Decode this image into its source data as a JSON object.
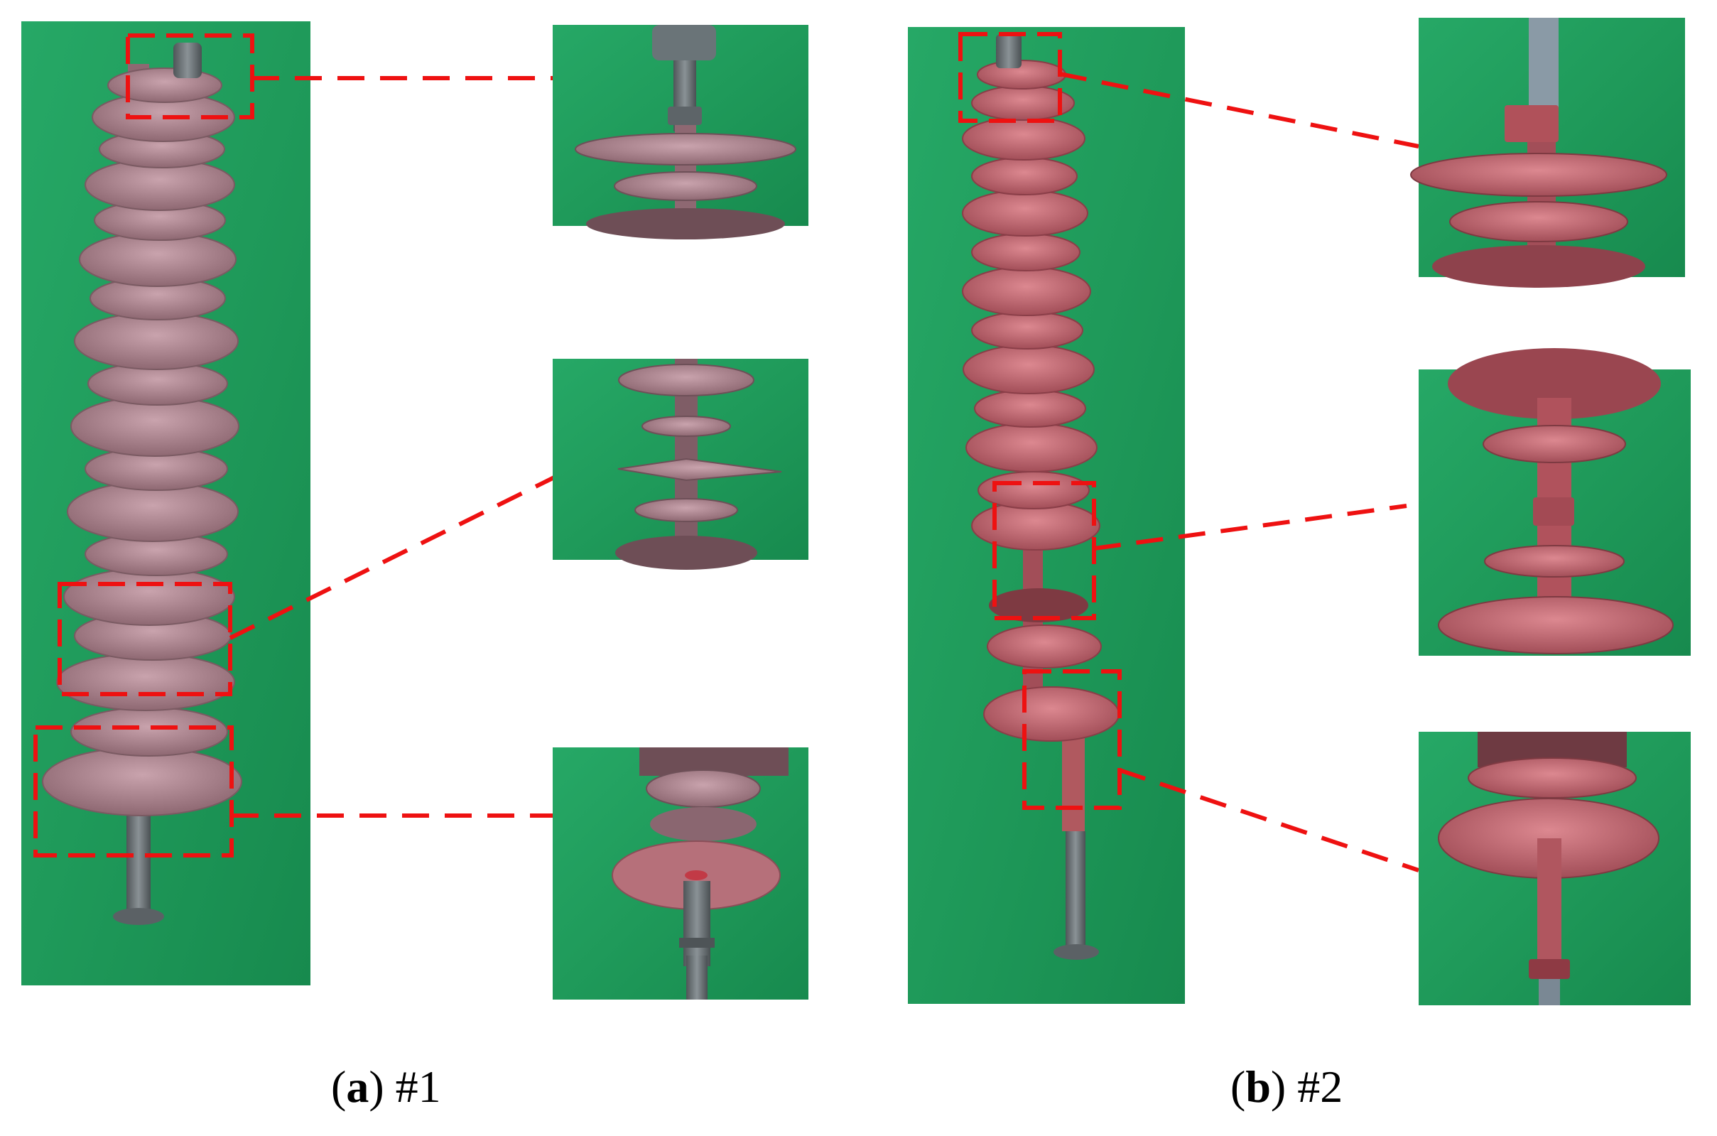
{
  "figure": {
    "panels": [
      {
        "id": "a",
        "caption_open": "(",
        "caption_letter": "a",
        "caption_close": ")",
        "caption_number": "#1",
        "insulator_color": "#b58a95",
        "zoom_count": 3
      },
      {
        "id": "b",
        "caption_open": "(",
        "caption_letter": "b",
        "caption_close": ")",
        "caption_number": "#2",
        "insulator_color": "#c66a72",
        "zoom_count": 3
      }
    ],
    "colors": {
      "background": "#1f9a5a",
      "highlight": "#ee1111",
      "metal": "#6e7478"
    }
  }
}
